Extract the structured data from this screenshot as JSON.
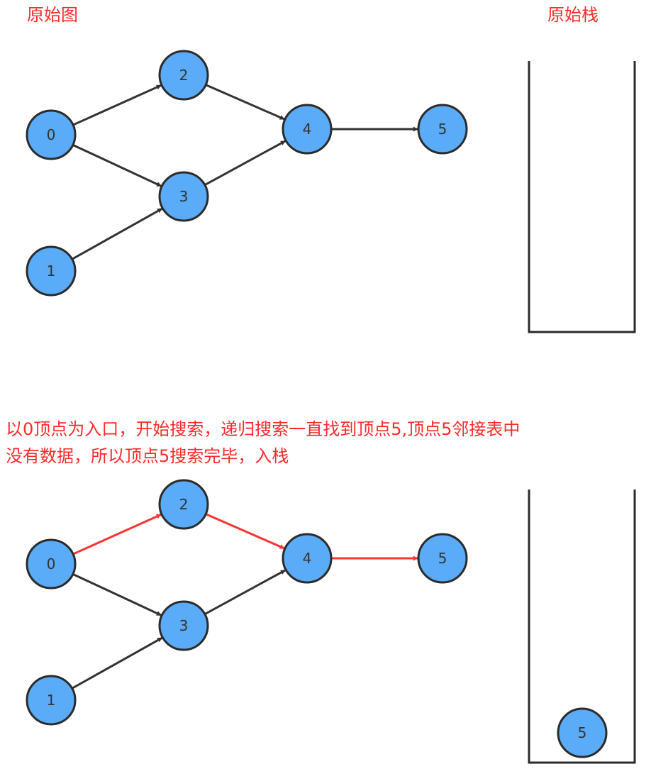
{
  "top": {
    "graph_title": "原始图",
    "stack_title": "原始栈"
  },
  "description": {
    "line1": "以0顶点为入口，开始搜索，递归搜索一直找到顶点5,顶点5邻接表中",
    "line2": "没有数据，所以顶点5搜索完毕，入栈"
  },
  "graph": {
    "nodes": [
      "0",
      "1",
      "2",
      "3",
      "4",
      "5"
    ],
    "edges": [
      {
        "from": "0",
        "to": "2"
      },
      {
        "from": "0",
        "to": "3"
      },
      {
        "from": "1",
        "to": "3"
      },
      {
        "from": "2",
        "to": "4"
      },
      {
        "from": "3",
        "to": "4"
      },
      {
        "from": "4",
        "to": "5"
      }
    ]
  },
  "step1": {
    "highlighted_edges": [
      {
        "from": "0",
        "to": "2"
      },
      {
        "from": "2",
        "to": "4"
      },
      {
        "from": "4",
        "to": "5"
      }
    ],
    "stack": [
      "5"
    ]
  },
  "colors": {
    "node_fill": "#5aabf8",
    "node_stroke": "#2b2b2b",
    "edge": "#333333",
    "edge_highlight": "#ff3333",
    "text_red": "#ff2a2a",
    "stack_wall": "#2b2b2b"
  }
}
